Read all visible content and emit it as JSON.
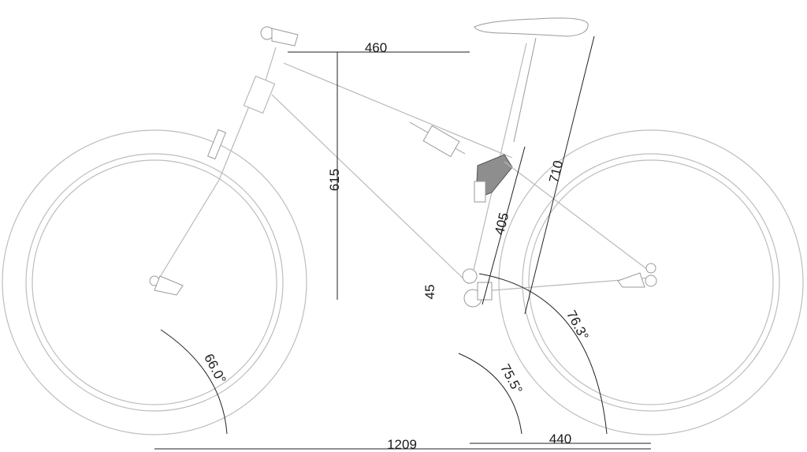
{
  "dimensions": {
    "reach": "460",
    "stack": "615",
    "seat_tube_length": "405",
    "effective_seat_tube": "710",
    "bb_drop": "45",
    "wheelbase": "1209",
    "chainstay": "440"
  },
  "angles": {
    "head_tube": "66.0°",
    "seat_tube_actual": "75.5°",
    "seat_tube_effective": "76.3°"
  },
  "colors": {
    "line": "#222222",
    "frame": "#b9b9b9",
    "tire": "#bdbdbd"
  }
}
